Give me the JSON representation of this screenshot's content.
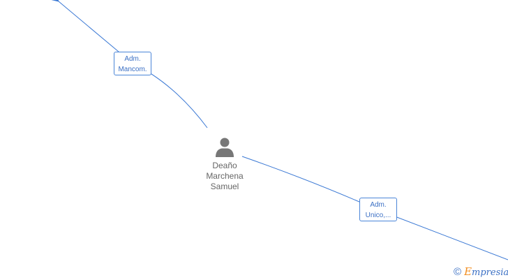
{
  "person": {
    "icon": "person-icon",
    "name_lines": [
      "Deaño",
      "Marchena",
      "Samuel"
    ]
  },
  "relations": [
    {
      "lines": [
        "Adm.",
        "Mancom."
      ]
    },
    {
      "lines": [
        "Adm.",
        "Unico,..."
      ]
    }
  ],
  "watermark": {
    "symbol": "©",
    "brand_initial": "E",
    "brand_rest": "mpresia"
  },
  "colors": {
    "edge": "#3a78d4",
    "label_text": "#3a6fc4",
    "person": "#777777",
    "brand_initial": "#f28c1c"
  }
}
